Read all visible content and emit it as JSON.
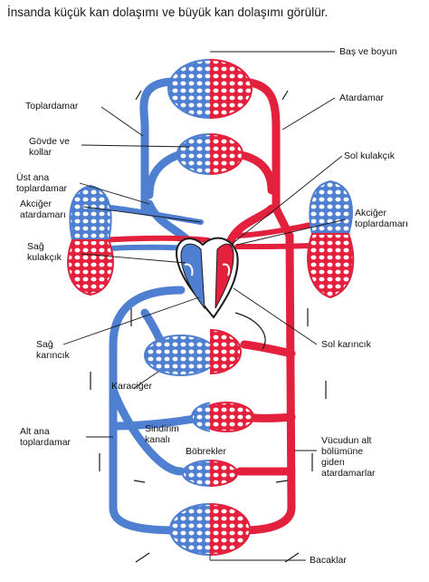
{
  "title": "İnsanda küçük kan dolaşımı ve büyük kan dolaşımı görülür.",
  "colors": {
    "oxygenated": "#e3213d",
    "deoxygenated": "#4f7fd1",
    "outline": "#1a1a1a"
  },
  "labels": {
    "bas_ve_boyun": "Baş ve boyun",
    "atardamar": "Atardamar",
    "toplardamar": "Toplardamar",
    "govde_ve_kollar": "Gövde ve\nkollar",
    "sol_kulakcik": "Sol kulakçık",
    "ust_ana_toplardamar": "Üst ana\ntoplardamar",
    "akciger_atardamari": "Akciğer\natardamarı",
    "akciger_toplardamari": "Akciğer\ntoplardamarı",
    "sag_kulakcik": "Sağ\nkulakçık",
    "sol_karincik": "Sol karıncık",
    "sag_karincik": "Sağ\nkarıncık",
    "karaciger": "Karaciğer",
    "alt_ana_toplardamar": "Alt ana\ntoplardamar",
    "sindirim_kanali": "Sindirim\nkanalı",
    "vucudun_alt": "Vücudun alt\nbölümüne\ngiden\natardamarlar",
    "bobrekler": "Böbrekler",
    "bacaklar": "Bacaklar"
  }
}
